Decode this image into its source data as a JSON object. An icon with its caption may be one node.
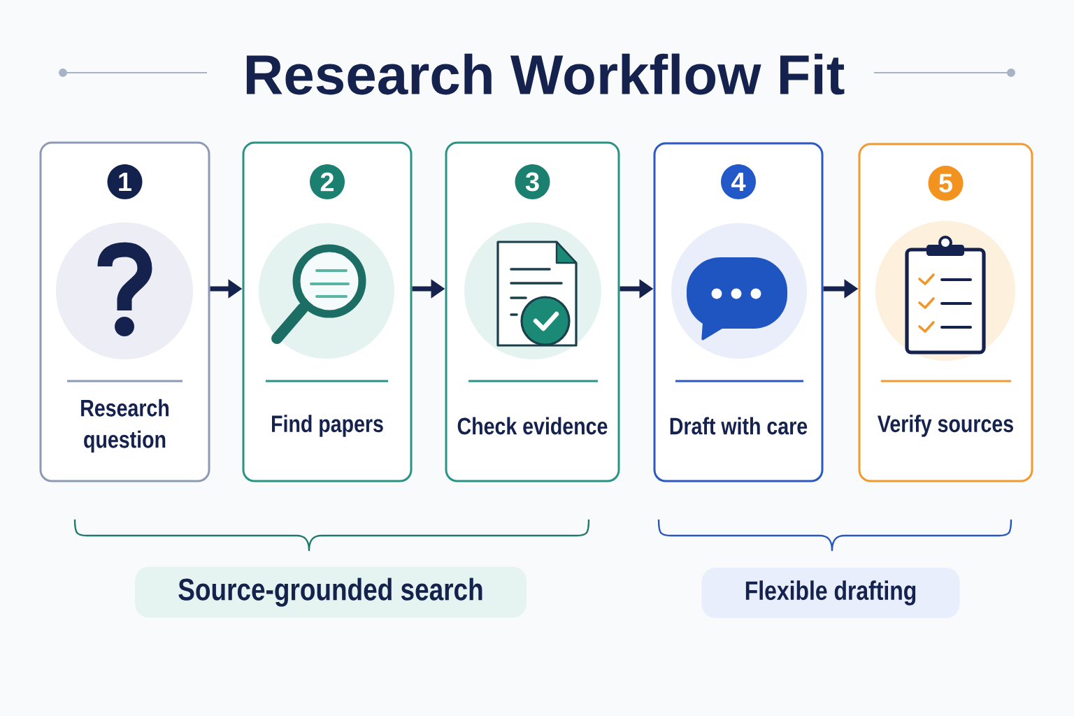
{
  "diagram": {
    "title": "Research Workflow Fit",
    "nodes": [
      {
        "text": [
          "1",
          "Research question"
        ]
      },
      {
        "text": [
          "2",
          "Find papers"
        ]
      },
      {
        "text": [
          "3",
          "Check evidence"
        ]
      },
      {
        "text": [
          "4",
          "Draft with care"
        ]
      },
      {
        "text": [
          "5",
          "Verify sources"
        ]
      },
      {
        "text": [
          "Source-grounded search"
        ]
      },
      {
        "text": [
          "Flexible drafting"
        ]
      }
    ],
    "edges": [
      {
        "from": 0,
        "to": 1,
        "arrow": "to"
      },
      {
        "from": 1,
        "to": 2,
        "arrow": "to"
      },
      {
        "from": 2,
        "to": 3,
        "arrow": "to"
      },
      {
        "from": 3,
        "to": 4,
        "arrow": "to"
      }
    ]
  }
}
